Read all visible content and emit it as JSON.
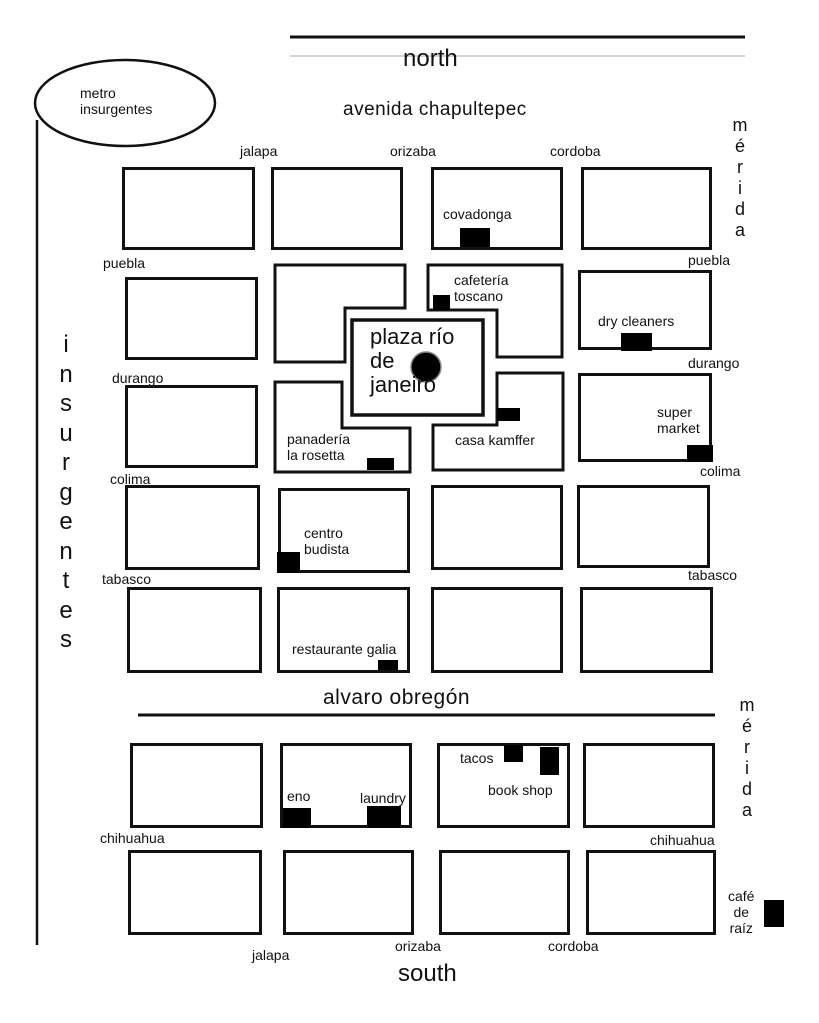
{
  "directions": {
    "north": "north",
    "south": "south"
  },
  "landmarks": {
    "metro": "metro\ninsurgentes",
    "plaza_line1": "plaza río",
    "plaza_line2": "de",
    "plaza_line3": "janeiro"
  },
  "avenues": {
    "chapultepec": "avenida chapultepec",
    "alvaro_obregon": "alvaro obregón",
    "insurgentes": [
      "i",
      "n",
      "s",
      "u",
      "r",
      "g",
      "e",
      "n",
      "t",
      "e",
      "s"
    ],
    "merida": [
      "m",
      "é",
      "r",
      "i",
      "d",
      "a"
    ]
  },
  "streets": {
    "jalapa": "jalapa",
    "orizaba": "orizaba",
    "cordoba": "cordoba",
    "puebla": "puebla",
    "durango": "durango",
    "colima": "colima",
    "tabasco": "tabasco",
    "chihuahua": "chihuahua"
  },
  "places": {
    "covadonga": "covadonga",
    "cafeteria": "cafetería\ntoscano",
    "dry_cleaners": "dry cleaners",
    "casa_kamffer": "casa kamffer",
    "panaderia": "panadería\nla rosetta",
    "super_market": "super\nmarket",
    "centro_budista": "centro\nbudista",
    "restaurante_galia": "restaurante galia",
    "eno": "eno",
    "laundry": "laundry",
    "tacos": "tacos",
    "book_shop": "book shop",
    "cafe_de_raiz": "café\nde\nraíz"
  }
}
